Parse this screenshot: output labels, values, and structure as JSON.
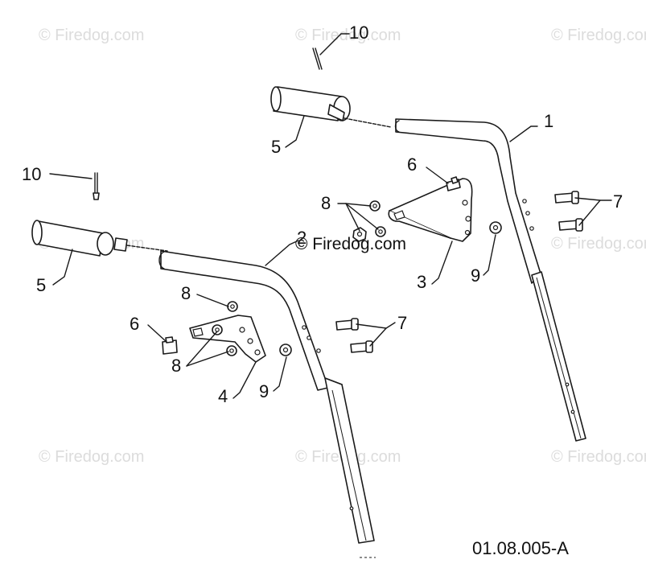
{
  "watermark": {
    "text": "© Firedog.com",
    "center_text": "© Firedog.com"
  },
  "callouts": {
    "c1": "1",
    "c2": "2",
    "c3": "3",
    "c4": "4",
    "c5_top": "5",
    "c5_left": "5",
    "c6_top": "6",
    "c6_left": "6",
    "c7_right": "7",
    "c7_mid": "7",
    "c8_top": "8",
    "c8_mid": "8",
    "c8_low": "8",
    "c9_right": "9",
    "c9_left": "9",
    "c10_top": "10",
    "c10_left": "10"
  },
  "diagram_code": "01.08.005-A",
  "colors": {
    "ink": "#1a1a1a",
    "watermark": "#dcdcdc",
    "paper": "#ffffff"
  }
}
